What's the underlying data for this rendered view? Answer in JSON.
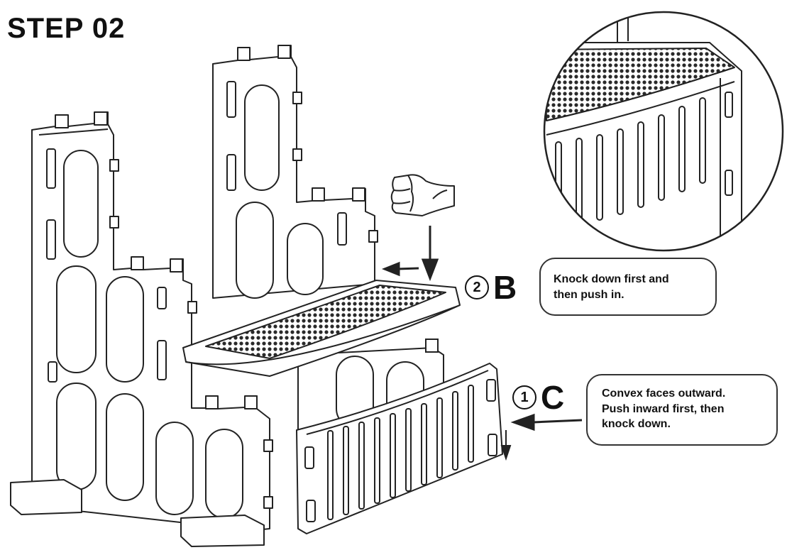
{
  "step_title": "STEP 02",
  "steps": [
    {
      "number": "2",
      "letter": "B",
      "instruction_lines": [
        "Knock down first and",
        "then push in."
      ]
    },
    {
      "number": "1",
      "letter": "C",
      "instruction_lines": [
        "Convex faces outward.",
        "Push inward first, then",
        "knock down."
      ]
    }
  ],
  "icons": [
    "fist-icon",
    "down-arrow-icon",
    "left-arrow-icon",
    "magnifier-detail-circle"
  ]
}
